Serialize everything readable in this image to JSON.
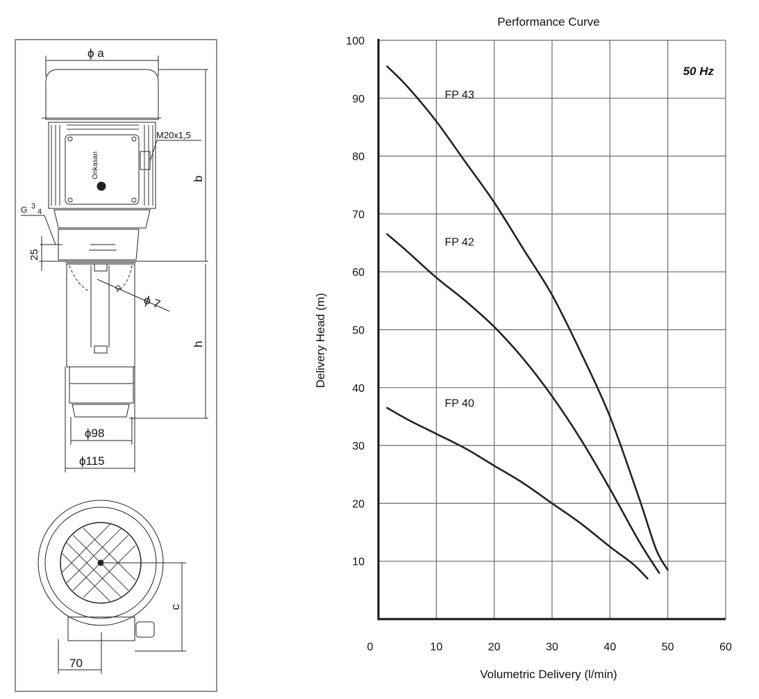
{
  "drawing": {
    "dim_phi_a": "ϕ a",
    "dim_m20": "M20x1,5",
    "dim_b": "b",
    "dim_g": "G",
    "dim_g_frac_num": "3",
    "dim_g_frac_den": "4",
    "dim_25": "25",
    "dim_phi7": "ϕ 7",
    "dim_h": "h",
    "dim_phi98": "ϕ98",
    "dim_phi115": "ϕ115",
    "dim_c": "c",
    "dim_70": "70",
    "brand": "Onkasan"
  },
  "chart_data": {
    "type": "line",
    "title": "Performance Curve",
    "annotation": "50 Hz",
    "xlabel": "Volumetric Delivery (l/min)",
    "ylabel": "Delivery Head (m)",
    "xlim": [
      0,
      60
    ],
    "ylim": [
      0,
      100
    ],
    "x_ticks": [
      "0",
      "10",
      "20",
      "30",
      "40",
      "50",
      "60"
    ],
    "y_ticks": [
      "10",
      "20",
      "30",
      "40",
      "50",
      "60",
      "70",
      "80",
      "90",
      "100"
    ],
    "grid": true,
    "series": [
      {
        "name": "FP 43",
        "color": "#222222",
        "points": [
          [
            1.5,
            95.5
          ],
          [
            5,
            92
          ],
          [
            10,
            86
          ],
          [
            15,
            79
          ],
          [
            20,
            72
          ],
          [
            25,
            64
          ],
          [
            30,
            56
          ],
          [
            35,
            46
          ],
          [
            40,
            35
          ],
          [
            45,
            21
          ],
          [
            48,
            12
          ],
          [
            50,
            8.5
          ]
        ]
      },
      {
        "name": "FP 42",
        "color": "#222222",
        "points": [
          [
            1.5,
            66.5
          ],
          [
            5,
            63.5
          ],
          [
            10,
            59
          ],
          [
            15,
            55
          ],
          [
            20,
            50.5
          ],
          [
            25,
            45
          ],
          [
            30,
            38.5
          ],
          [
            35,
            31
          ],
          [
            40,
            22.5
          ],
          [
            45,
            13.5
          ],
          [
            48.5,
            8
          ]
        ]
      },
      {
        "name": "FP 40",
        "color": "#222222",
        "points": [
          [
            1.5,
            36.5
          ],
          [
            5,
            34.5
          ],
          [
            10,
            32
          ],
          [
            15,
            29.5
          ],
          [
            20,
            26.5
          ],
          [
            25,
            23.5
          ],
          [
            30,
            20
          ],
          [
            35,
            16.5
          ],
          [
            40,
            12.5
          ],
          [
            44,
            9.5
          ],
          [
            46.5,
            7
          ]
        ]
      }
    ]
  }
}
